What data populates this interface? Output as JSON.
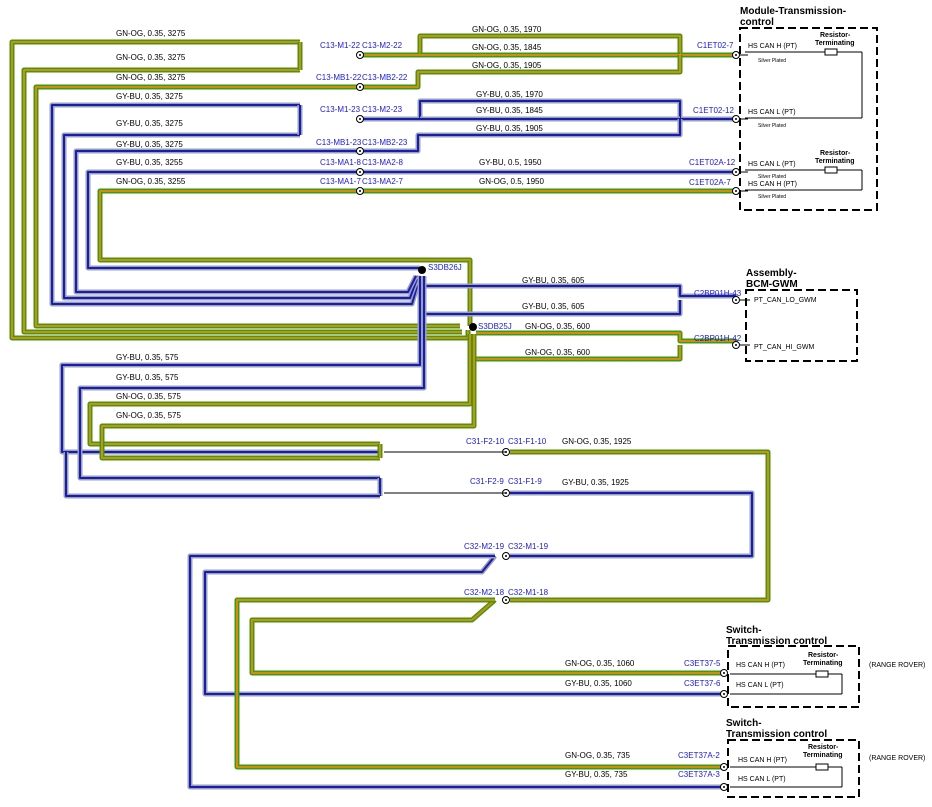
{
  "colors": {
    "gn_og_outer": "#3a9a1a",
    "gn_og_inner": "#d98a0a",
    "gy_bu_outer": "#9aa0b4",
    "gy_bu_inner": "#1a1ab4",
    "label_blue": "#1a1ad6"
  },
  "wire_labels": {
    "w1": "GN-OG, 0.35, 3275",
    "w2": "GN-OG, 0.35, 3275",
    "w3": "GN-OG, 0.35, 3275",
    "w4": "GY-BU, 0.35, 3275",
    "w5": "GY-BU, 0.35, 3275",
    "w6": "GY-BU, 0.35, 3275",
    "w7": "GY-BU, 0.35, 3255",
    "w8": "GN-OG, 0.35, 3255",
    "w9": "GN-OG, 0.35, 1970",
    "w10": "GN-OG, 0.35, 1845",
    "w11": "GN-OG, 0.35, 1905",
    "w12": "GY-BU, 0.35, 1970",
    "w13": "GY-BU, 0.35, 1845",
    "w14": "GY-BU, 0.35, 1905",
    "w15": "GY-BU, 0.5, 1950",
    "w16": "GN-OG, 0.5, 1950",
    "w17": "GY-BU, 0.35, 605",
    "w18": "GY-BU, 0.35, 605",
    "w19": "GN-OG, 0.35, 600",
    "w20": "GN-OG, 0.35, 600",
    "w21": "GY-BU, 0.35, 575",
    "w22": "GY-BU, 0.35, 575",
    "w23": "GN-OG, 0.35, 575",
    "w24": "GN-OG, 0.35, 575",
    "w25": "GN-OG, 0.35, 1925",
    "w26": "GY-BU, 0.35, 1925",
    "w27": "GN-OG, 0.35, 1060",
    "w28": "GY-BU, 0.35, 1060",
    "w29": "GN-OG, 0.35, 735",
    "w30": "GY-BU, 0.35, 735"
  },
  "connectors": {
    "c1": "C13-M1-22",
    "c2": "C13-M2-22",
    "c3": "C13-MB1-22",
    "c4": "C13-MB2-22",
    "c5": "C13-M1-23",
    "c6": "C13-M2-23",
    "c7": "C13-MB1-23",
    "c8": "C13-MB2-23",
    "c9": "C13-MA1-8",
    "c10": "C13-MA2-8",
    "c11": "C13-MA1-7",
    "c12": "C13-MA2-7",
    "c13": "C1ET02-7",
    "c14": "C1ET02-12",
    "c15": "C1ET02A-12",
    "c16": "C1ET02A-7",
    "c17": "S3DB26J",
    "c18": "S3DB25J",
    "c19": "C2BP01H-43",
    "c20": "C2BP01H-42",
    "c21": "C31-F2-10",
    "c22": "C31-F1-10",
    "c23": "C31-F2-9",
    "c24": "C31-F1-9",
    "c25": "C32-M2-19",
    "c26": "C32-M1-19",
    "c27": "C32-M2-18",
    "c28": "C32-M1-18",
    "c29": "C3ET37-5",
    "c30": "C3ET37-6",
    "c31": "C3ET37A-2",
    "c32": "C3ET37A-3"
  },
  "modules": {
    "tcm_title1": "Module-Transmission-",
    "tcm_title2": "control",
    "tcm_pin1": "HS CAN H (PT)",
    "tcm_pin2": "HS CAN L (PT)",
    "tcm_pin3": "HS CAN L (PT)",
    "tcm_pin4": "HS CAN H (PT)",
    "tcm_silver1": "Silver Plated",
    "tcm_silver2": "Silver Plated",
    "tcm_silver3": "Silver Plated",
    "tcm_silver4": "Silver Plated",
    "res_label_1a": "Resistor-",
    "res_label_1b": "Terminating",
    "res_label_2a": "Resistor-",
    "res_label_2b": "Terminating",
    "bcm_title1": "Assembly-",
    "bcm_title2": "BCM-GWM",
    "bcm_pin1": "PT_CAN_LO_GWM",
    "bcm_pin2": "PT_CAN_HI_GWM",
    "sw1_title1": "Switch-",
    "sw1_title2": "Transmission control",
    "sw1_pin1": "HS CAN H (PT)",
    "sw1_pin2": "HS CAN L (PT)",
    "res_label_3a": "Resistor-",
    "res_label_3b": "Terminating",
    "sw1_note": "(RANGE ROVER)",
    "sw2_title1": "Switch-",
    "sw2_title2": "Transmission control",
    "sw2_pin1": "HS CAN H (PT)",
    "sw2_pin2": "HS CAN L (PT)",
    "res_label_4a": "Resistor-",
    "res_label_4b": "Terminating",
    "sw2_note": "(RANGE ROVER)"
  }
}
